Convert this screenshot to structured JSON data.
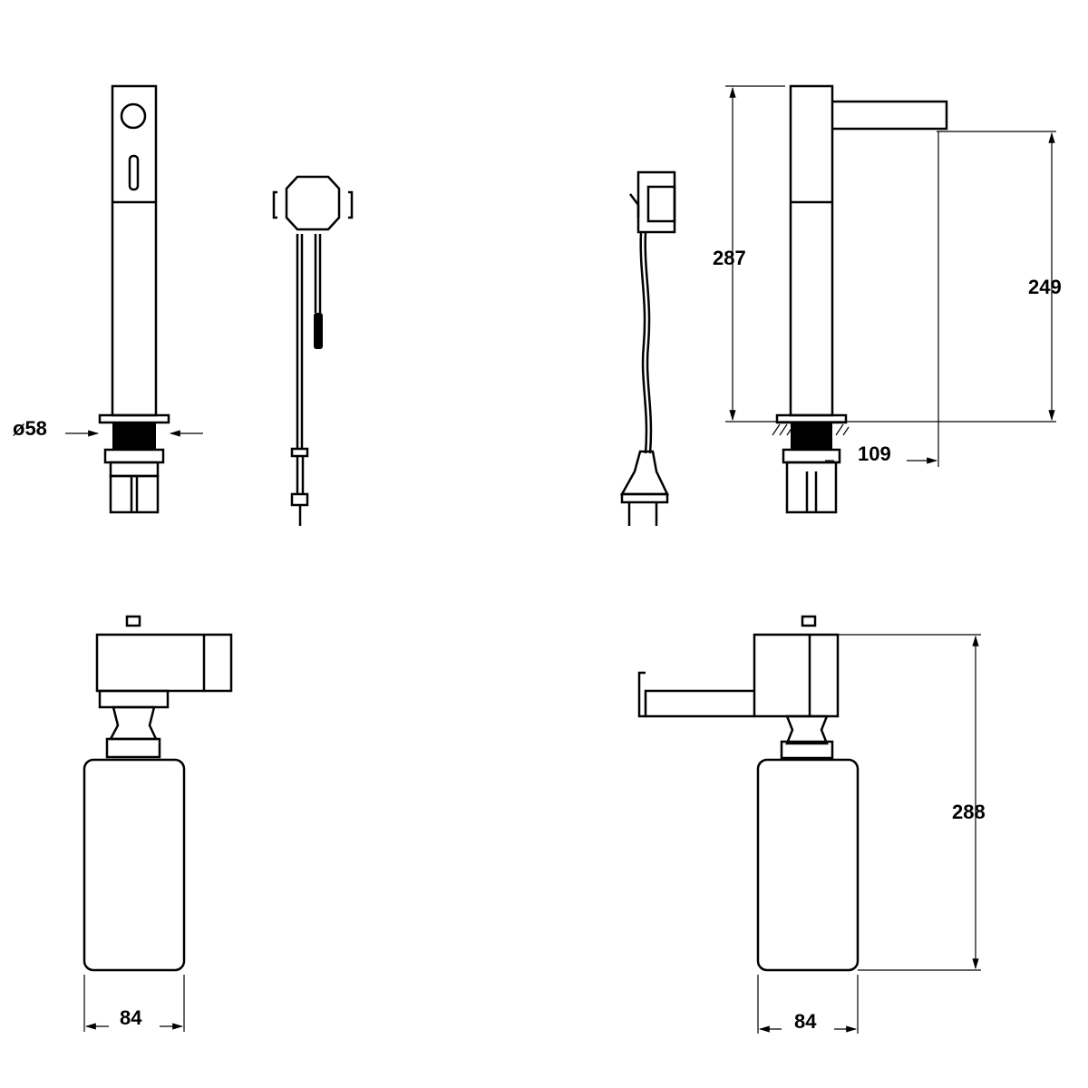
{
  "dimensions": {
    "diameter": "ø58",
    "faucet_height": "287",
    "spout_height": "249",
    "spout_reach": "109",
    "bottle_width_left": "84",
    "bottle_width_right": "84",
    "dispenser_height": "288"
  }
}
